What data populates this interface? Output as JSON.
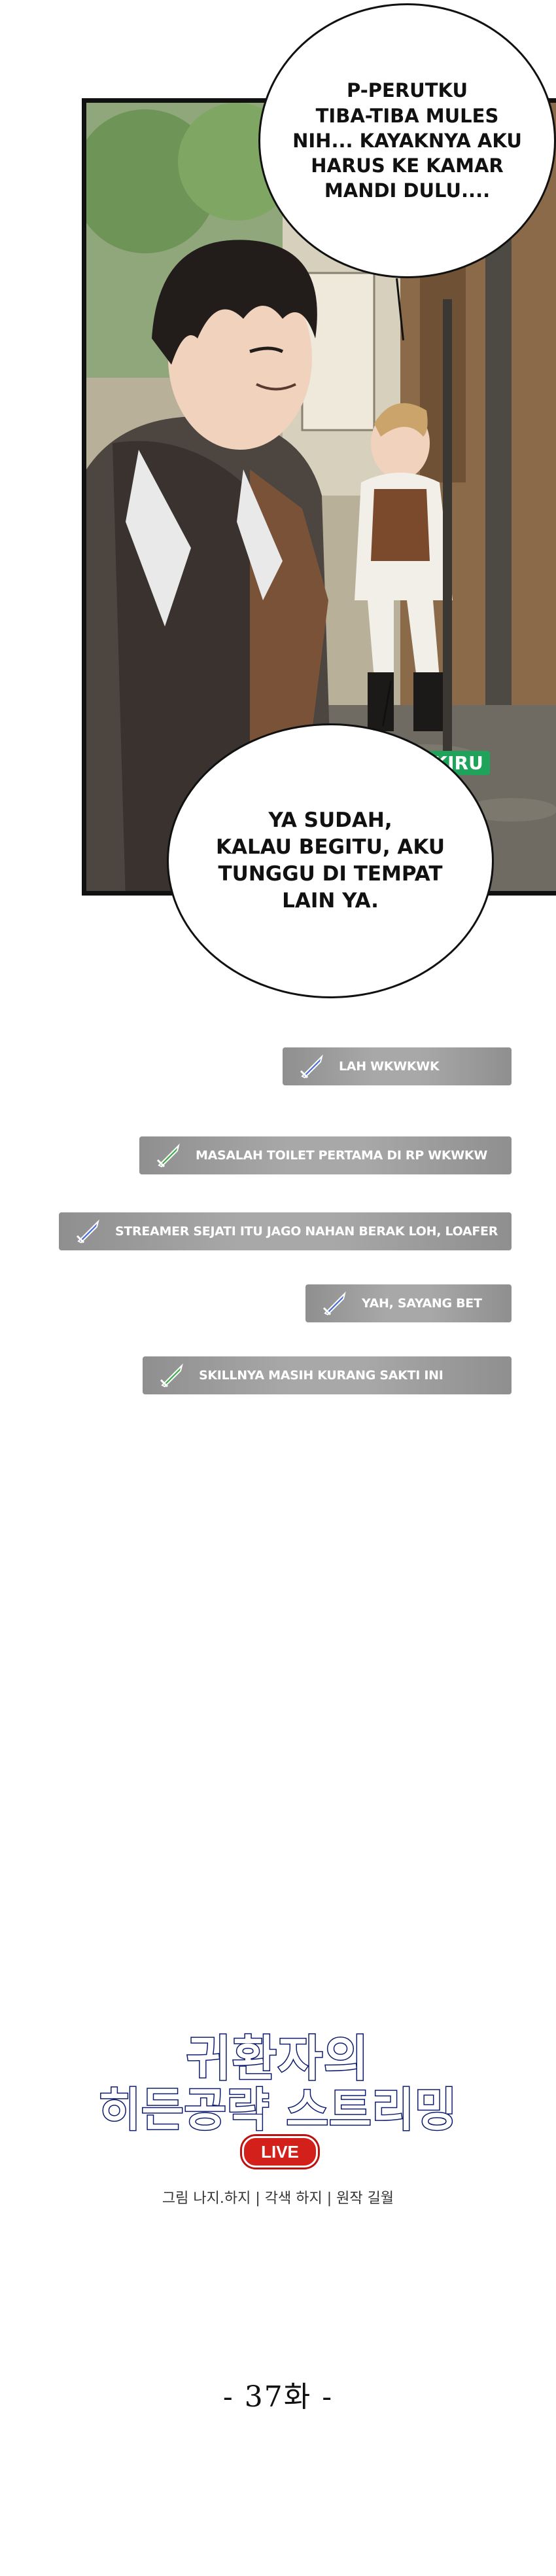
{
  "speech": {
    "bubble_1": "P-PERUTKU\nTIBA-TIBA MULES\nNIH... KAYAKNYA AKU\nHARUS KE KAMAR\nMANDI DULU....",
    "bubble_2": "YA SUDAH,\nKALAU BEGITU, AKU\nTUNGGU DI TEMPAT\nLAIN YA."
  },
  "watermark": "IKIRU",
  "chat_messages": [
    {
      "text": "LAH WKWKWK",
      "sword_color": "#4b6fd8"
    },
    {
      "text": "MASALAH TOILET PERTAMA DI RP WKWKW",
      "sword_color": "#3fae4a"
    },
    {
      "text": "STREAMER SEJATI ITU JAGO NAHAN BERAK LOH, LOAFER",
      "sword_color": "#4b6fd8"
    },
    {
      "text": "YAH, SAYANG BET",
      "sword_color": "#4b6fd8"
    },
    {
      "text": "SKILLNYA MASIH KURANG SAKTI INI",
      "sword_color": "#3fae4a"
    }
  ],
  "logo": {
    "line_1": "귀환자의",
    "line_2": "히든공략 스트리밍",
    "badge": "LIVE"
  },
  "credits": "그림 나지.하지 | 각색 하지 | 원작 길월",
  "episode": "- 37화 -"
}
